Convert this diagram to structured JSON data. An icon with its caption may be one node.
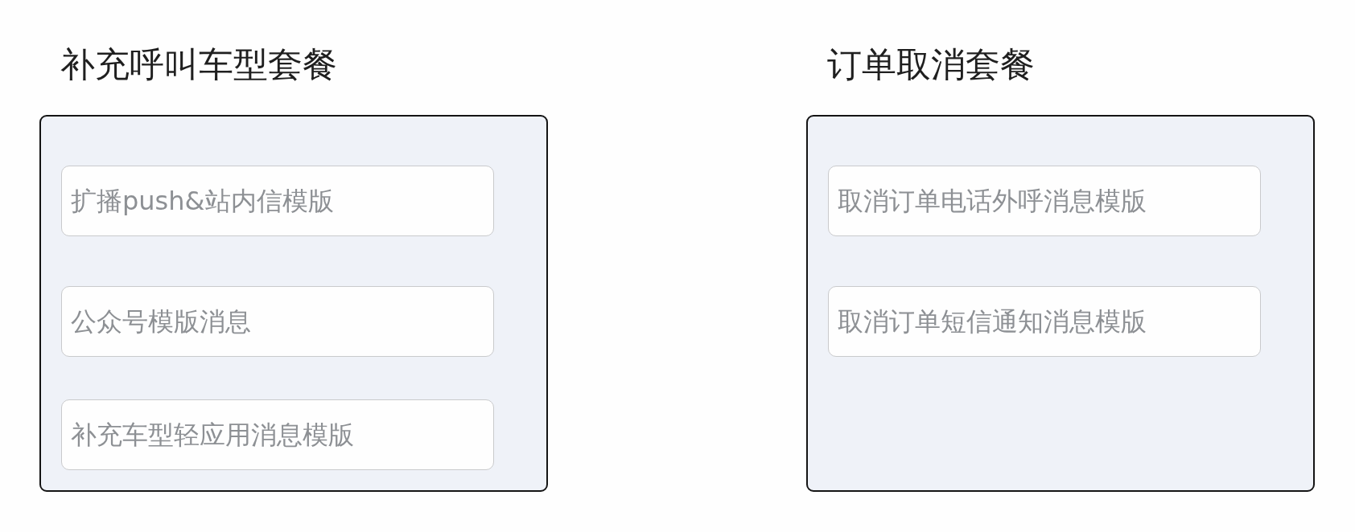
{
  "diagram": {
    "nodes": [
      {
        "text": [
          "补充呼叫车型套餐"
        ]
      },
      {
        "text": [
          "扩播push&站内信模版"
        ],
        "in": 0
      },
      {
        "text": [
          "公众号模版消息"
        ],
        "in": 0
      },
      {
        "text": [
          "补充车型轻应用消息模版"
        ],
        "in": 0
      },
      {
        "text": [
          "订单取消套餐"
        ]
      },
      {
        "text": [
          "取消订单电话外呼消息模版"
        ],
        "in": 4
      },
      {
        "text": [
          "取消订单短信通知消息模版"
        ],
        "in": 4
      }
    ]
  }
}
